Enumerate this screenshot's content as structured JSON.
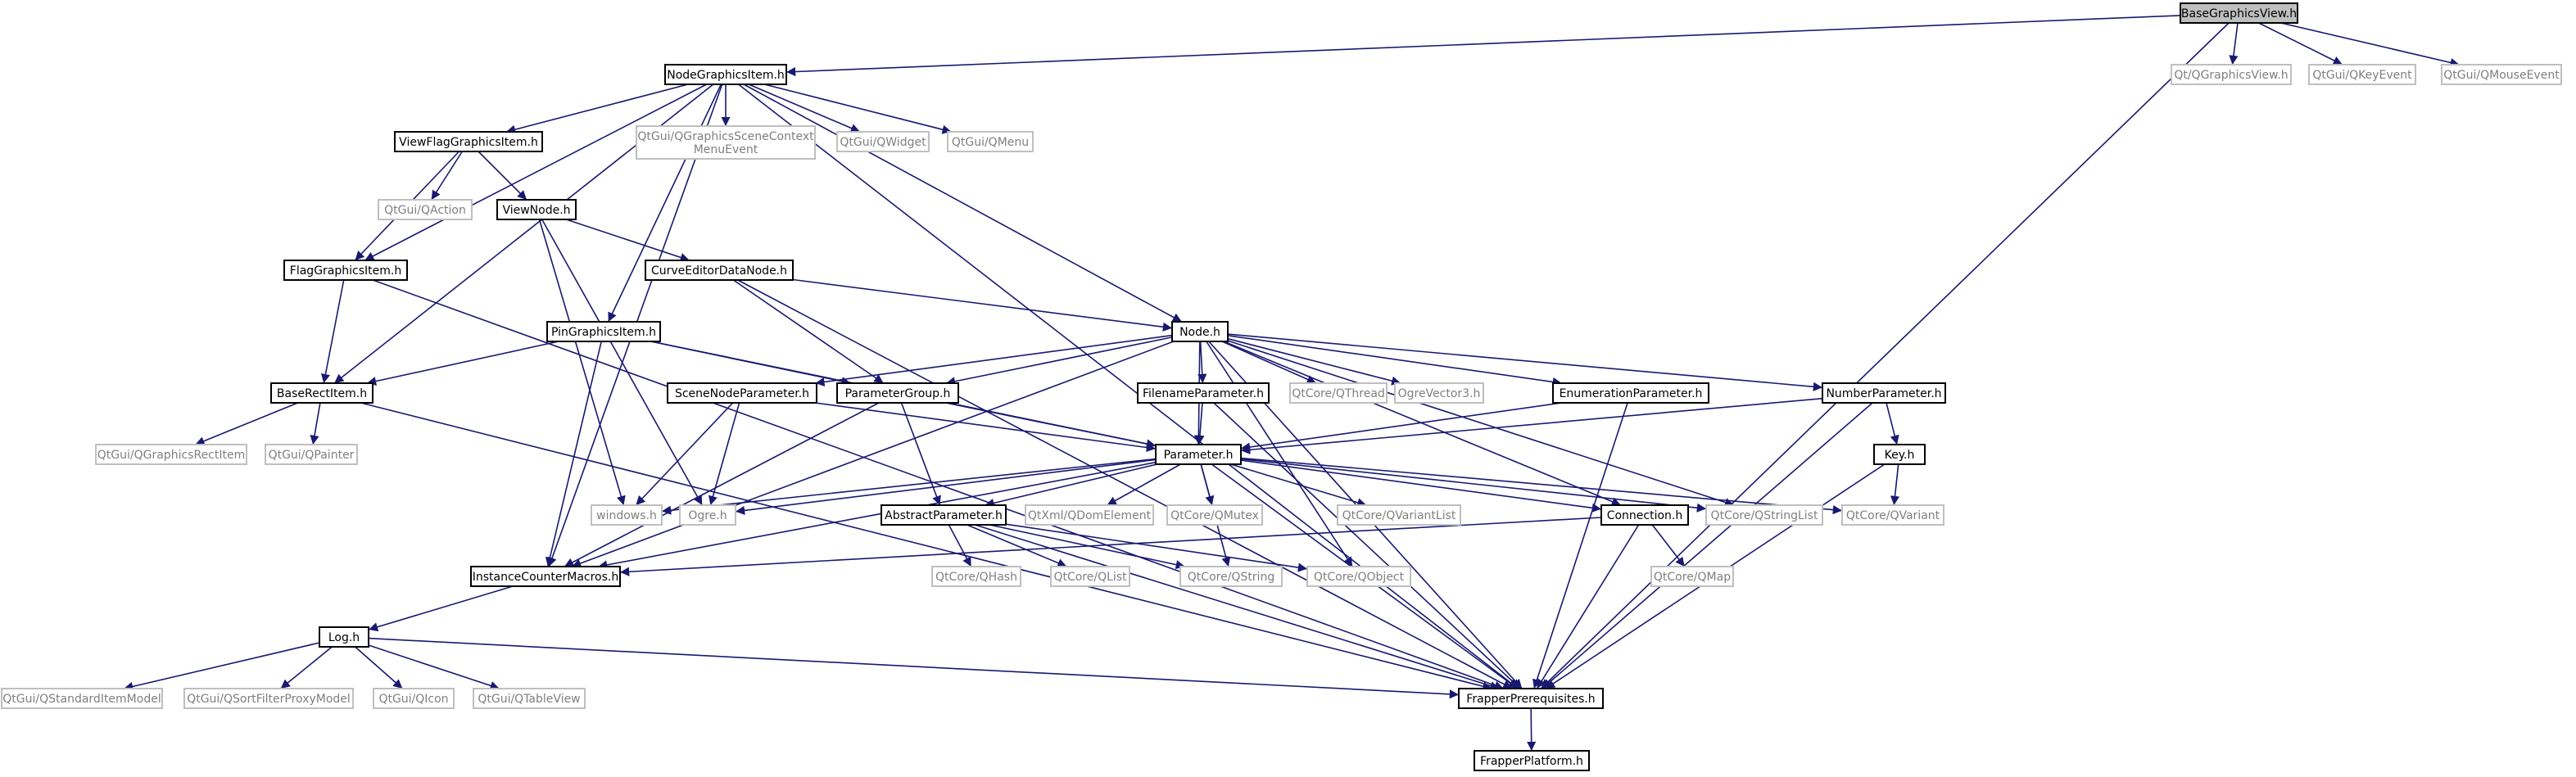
{
  "title": "BaseGraphicsView.h",
  "colors": {
    "edge": "#191970",
    "root_fill": "#bfbfbf",
    "external_border": "#bfbfbf",
    "external_text": "#7f7f7f",
    "internal_border": "#000000",
    "background": "#ffffff"
  },
  "nodes": [
    {
      "id": "BaseGraphicsView",
      "label": "BaseGraphicsView.h",
      "kind": "root"
    },
    {
      "id": "NodeGraphicsItem",
      "label": "NodeGraphicsItem.h",
      "kind": "internal"
    },
    {
      "id": "QGraphicsView",
      "label": "Qt/QGraphicsView.h",
      "kind": "external"
    },
    {
      "id": "QKeyEvent",
      "label": "QtGui/QKeyEvent",
      "kind": "external"
    },
    {
      "id": "QMouseEvent",
      "label": "QtGui/QMouseEvent",
      "kind": "external"
    },
    {
      "id": "ViewFlagGraphicsItem",
      "label": "ViewFlagGraphicsItem.h",
      "kind": "internal"
    },
    {
      "id": "QGSCME",
      "label": [
        "QtGui/QGraphicsSceneContext",
        "MenuEvent"
      ],
      "kind": "external"
    },
    {
      "id": "QWidget",
      "label": "QtGui/QWidget",
      "kind": "external"
    },
    {
      "id": "QMenu",
      "label": "QtGui/QMenu",
      "kind": "external"
    },
    {
      "id": "QAction",
      "label": "QtGui/QAction",
      "kind": "external"
    },
    {
      "id": "ViewNode",
      "label": "ViewNode.h",
      "kind": "internal"
    },
    {
      "id": "FlagGraphicsItem",
      "label": "FlagGraphicsItem.h",
      "kind": "internal"
    },
    {
      "id": "CurveEditorDataNode",
      "label": "CurveEditorDataNode.h",
      "kind": "internal"
    },
    {
      "id": "PinGraphicsItem",
      "label": "PinGraphicsItem.h",
      "kind": "internal"
    },
    {
      "id": "NodeH",
      "label": "Node.h",
      "kind": "internal"
    },
    {
      "id": "BaseRectItem",
      "label": "BaseRectItem.h",
      "kind": "internal"
    },
    {
      "id": "QGraphicsRectItem",
      "label": "QtGui/QGraphicsRectItem",
      "kind": "external"
    },
    {
      "id": "QPainter",
      "label": "QtGui/QPainter",
      "kind": "external"
    },
    {
      "id": "SceneNodeParameter",
      "label": "SceneNodeParameter.h",
      "kind": "internal"
    },
    {
      "id": "ParameterGroup",
      "label": "ParameterGroup.h",
      "kind": "internal"
    },
    {
      "id": "FilenameParameter",
      "label": "FilenameParameter.h",
      "kind": "internal"
    },
    {
      "id": "QThread",
      "label": "QtCore/QThread",
      "kind": "external"
    },
    {
      "id": "OgreVector3",
      "label": "OgreVector3.h",
      "kind": "external"
    },
    {
      "id": "EnumerationParameter",
      "label": "EnumerationParameter.h",
      "kind": "internal"
    },
    {
      "id": "NumberParameter",
      "label": "NumberParameter.h",
      "kind": "internal"
    },
    {
      "id": "Parameter",
      "label": "Parameter.h",
      "kind": "internal"
    },
    {
      "id": "KeyH",
      "label": "Key.h",
      "kind": "internal"
    },
    {
      "id": "windows",
      "label": "windows.h",
      "kind": "external"
    },
    {
      "id": "Ogre",
      "label": "Ogre.h",
      "kind": "external"
    },
    {
      "id": "AbstractParameter",
      "label": "AbstractParameter.h",
      "kind": "internal"
    },
    {
      "id": "QDomElement",
      "label": "QtXml/QDomElement",
      "kind": "external"
    },
    {
      "id": "QMutex",
      "label": "QtCore/QMutex",
      "kind": "external"
    },
    {
      "id": "QVariantList",
      "label": "QtCore/QVariantList",
      "kind": "external"
    },
    {
      "id": "Connection",
      "label": "Connection.h",
      "kind": "internal"
    },
    {
      "id": "QStringList",
      "label": "QtCore/QStringList",
      "kind": "external"
    },
    {
      "id": "QVariant",
      "label": "QtCore/QVariant",
      "kind": "external"
    },
    {
      "id": "InstanceCounterMacros",
      "label": "InstanceCounterMacros.h",
      "kind": "internal"
    },
    {
      "id": "QHash",
      "label": "QtCore/QHash",
      "kind": "external"
    },
    {
      "id": "QList",
      "label": "QtCore/QList",
      "kind": "external"
    },
    {
      "id": "QString",
      "label": "QtCore/QString",
      "kind": "external"
    },
    {
      "id": "QObject",
      "label": "QtCore/QObject",
      "kind": "external"
    },
    {
      "id": "QMap",
      "label": "QtCore/QMap",
      "kind": "external"
    },
    {
      "id": "Log",
      "label": "Log.h",
      "kind": "internal"
    },
    {
      "id": "QStandardItemModel",
      "label": "QtGui/QStandardItemModel",
      "kind": "external"
    },
    {
      "id": "QSortFilterProxyModel",
      "label": "QtGui/QSortFilterProxyModel",
      "kind": "external"
    },
    {
      "id": "QIcon",
      "label": "QtGui/QIcon",
      "kind": "external"
    },
    {
      "id": "QTableView",
      "label": "QtGui/QTableView",
      "kind": "external"
    },
    {
      "id": "FrapperPrerequisites",
      "label": "FrapperPrerequisites.h",
      "kind": "internal"
    },
    {
      "id": "FrapperPlatform",
      "label": "FrapperPlatform.h",
      "kind": "internal"
    }
  ],
  "edges": [
    [
      "BaseGraphicsView",
      "NodeGraphicsItem"
    ],
    [
      "BaseGraphicsView",
      "QGraphicsView"
    ],
    [
      "BaseGraphicsView",
      "QKeyEvent"
    ],
    [
      "BaseGraphicsView",
      "QMouseEvent"
    ],
    [
      "BaseGraphicsView",
      "FrapperPrerequisites"
    ],
    [
      "NodeGraphicsItem",
      "ViewFlagGraphicsItem"
    ],
    [
      "NodeGraphicsItem",
      "QGSCME"
    ],
    [
      "NodeGraphicsItem",
      "QWidget"
    ],
    [
      "NodeGraphicsItem",
      "QMenu"
    ],
    [
      "NodeGraphicsItem",
      "FlagGraphicsItem"
    ],
    [
      "NodeGraphicsItem",
      "BaseRectItem"
    ],
    [
      "NodeGraphicsItem",
      "InstanceCounterMacros"
    ],
    [
      "NodeGraphicsItem",
      "PinGraphicsItem"
    ],
    [
      "NodeGraphicsItem",
      "NodeH"
    ],
    [
      "NodeGraphicsItem",
      "FrapperPrerequisites"
    ],
    [
      "ViewFlagGraphicsItem",
      "QAction"
    ],
    [
      "ViewFlagGraphicsItem",
      "ViewNode"
    ],
    [
      "ViewFlagGraphicsItem",
      "FlagGraphicsItem"
    ],
    [
      "ViewNode",
      "CurveEditorDataNode"
    ],
    [
      "ViewNode",
      "windows"
    ],
    [
      "ViewNode",
      "Ogre"
    ],
    [
      "FlagGraphicsItem",
      "BaseRectItem"
    ],
    [
      "FlagGraphicsItem",
      "FrapperPrerequisites"
    ],
    [
      "CurveEditorDataNode",
      "NodeH"
    ],
    [
      "CurveEditorDataNode",
      "ParameterGroup"
    ],
    [
      "CurveEditorDataNode",
      "FrapperPrerequisites"
    ],
    [
      "PinGraphicsItem",
      "BaseRectItem"
    ],
    [
      "PinGraphicsItem",
      "ParameterGroup"
    ],
    [
      "PinGraphicsItem",
      "Parameter"
    ],
    [
      "PinGraphicsItem",
      "InstanceCounterMacros"
    ],
    [
      "BaseRectItem",
      "QGraphicsRectItem"
    ],
    [
      "BaseRectItem",
      "QPainter"
    ],
    [
      "BaseRectItem",
      "FrapperPrerequisites"
    ],
    [
      "NodeH",
      "SceneNodeParameter"
    ],
    [
      "NodeH",
      "ParameterGroup"
    ],
    [
      "NodeH",
      "FilenameParameter"
    ],
    [
      "NodeH",
      "QThread"
    ],
    [
      "NodeH",
      "OgreVector3"
    ],
    [
      "NodeH",
      "EnumerationParameter"
    ],
    [
      "NodeH",
      "NumberParameter"
    ],
    [
      "NodeH",
      "Parameter"
    ],
    [
      "NodeH",
      "Connection"
    ],
    [
      "NodeH",
      "QStringList"
    ],
    [
      "NodeH",
      "QObject"
    ],
    [
      "NodeH",
      "InstanceCounterMacros"
    ],
    [
      "NodeH",
      "FrapperPrerequisites"
    ],
    [
      "SceneNodeParameter",
      "Parameter"
    ],
    [
      "SceneNodeParameter",
      "windows"
    ],
    [
      "SceneNodeParameter",
      "Ogre"
    ],
    [
      "ParameterGroup",
      "Parameter"
    ],
    [
      "ParameterGroup",
      "AbstractParameter"
    ],
    [
      "ParameterGroup",
      "InstanceCounterMacros"
    ],
    [
      "FilenameParameter",
      "Parameter"
    ],
    [
      "FilenameParameter",
      "FrapperPrerequisites"
    ],
    [
      "EnumerationParameter",
      "Parameter"
    ],
    [
      "EnumerationParameter",
      "FrapperPrerequisites"
    ],
    [
      "NumberParameter",
      "Parameter"
    ],
    [
      "NumberParameter",
      "KeyH"
    ],
    [
      "NumberParameter",
      "FrapperPrerequisites"
    ],
    [
      "KeyH",
      "QVariant"
    ],
    [
      "KeyH",
      "FrapperPrerequisites"
    ],
    [
      "Parameter",
      "windows"
    ],
    [
      "Parameter",
      "Ogre"
    ],
    [
      "Parameter",
      "AbstractParameter"
    ],
    [
      "Parameter",
      "QDomElement"
    ],
    [
      "Parameter",
      "QMutex"
    ],
    [
      "Parameter",
      "QVariantList"
    ],
    [
      "Parameter",
      "Connection"
    ],
    [
      "Parameter",
      "QStringList"
    ],
    [
      "Parameter",
      "QVariant"
    ],
    [
      "Parameter",
      "QString"
    ],
    [
      "Parameter",
      "InstanceCounterMacros"
    ],
    [
      "Parameter",
      "FrapperPrerequisites"
    ],
    [
      "AbstractParameter",
      "QHash"
    ],
    [
      "AbstractParameter",
      "QList"
    ],
    [
      "AbstractParameter",
      "QString"
    ],
    [
      "AbstractParameter",
      "QObject"
    ],
    [
      "AbstractParameter",
      "FrapperPrerequisites"
    ],
    [
      "Connection",
      "QMap"
    ],
    [
      "Connection",
      "InstanceCounterMacros"
    ],
    [
      "Connection",
      "FrapperPrerequisites"
    ],
    [
      "InstanceCounterMacros",
      "Log"
    ],
    [
      "Log",
      "QStandardItemModel"
    ],
    [
      "Log",
      "QSortFilterProxyModel"
    ],
    [
      "Log",
      "QIcon"
    ],
    [
      "Log",
      "QTableView"
    ],
    [
      "Log",
      "FrapperPrerequisites"
    ],
    [
      "FrapperPrerequisites",
      "FrapperPlatform"
    ]
  ]
}
